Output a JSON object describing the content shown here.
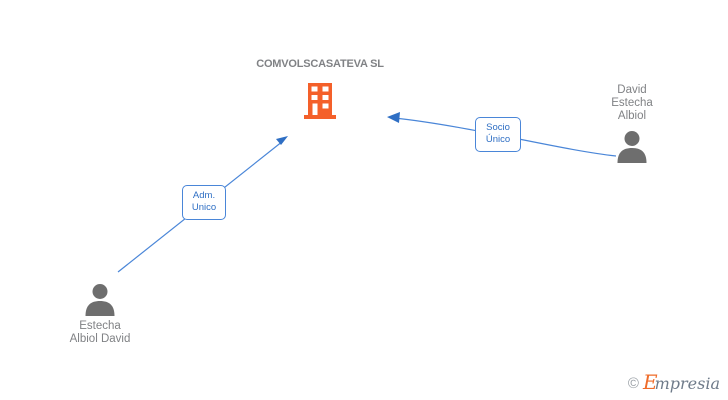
{
  "diagram": {
    "type": "corporate-relationship-graph",
    "background_color": "#ffffff",
    "accent_color": "#4a86d8",
    "company_color": "#f4602a",
    "person_color": "#6e6e6e",
    "text_color": "#808285"
  },
  "company": {
    "name": "COMVOLSCASATEVA SL",
    "icon": "building-icon"
  },
  "persons": [
    {
      "id": "person-left",
      "name": "Estecha\nAlbiol David",
      "icon": "person-icon",
      "position": "bottom-left"
    },
    {
      "id": "person-right",
      "name": "David\nEstecha\nAlbiol",
      "icon": "person-icon",
      "position": "top-right"
    }
  ],
  "relations": [
    {
      "id": "relation-adm-unico",
      "label": "Adm.\nUnico",
      "from": "person-left",
      "to": "company",
      "direction": "to-company"
    },
    {
      "id": "relation-socio-unico",
      "label": "Socio\nÚnico",
      "from": "person-right",
      "to": "company",
      "direction": "to-company"
    }
  ],
  "watermark": {
    "copyright": "©",
    "brand_initial": "E",
    "brand_rest": "mpresia"
  }
}
